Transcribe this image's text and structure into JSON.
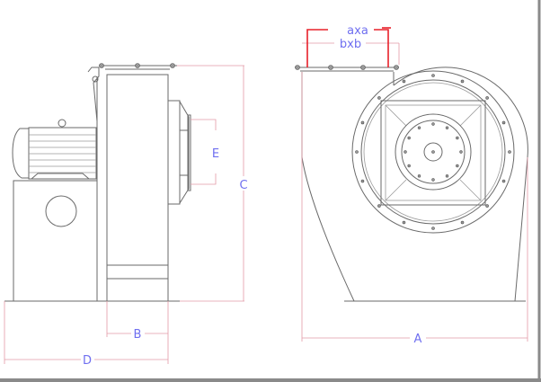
{
  "title": "Centrifugal fan dimension drawing",
  "labels": {
    "a": "A",
    "b": "B",
    "c": "C",
    "d": "D",
    "e": "E",
    "axa": "axa",
    "bxb": "bxb"
  },
  "colors": {
    "outline": "#6a6a6a",
    "dimension_line": "#e39aa6",
    "highlight_line": "#e8202a",
    "label": "#6f6ff0",
    "frame": "#8a8a8a"
  }
}
